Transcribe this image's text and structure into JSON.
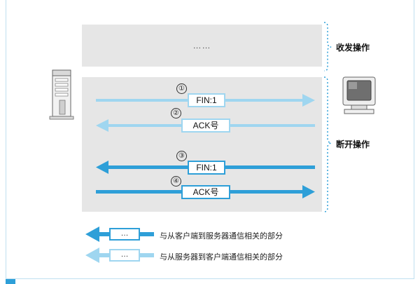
{
  "placeholder": "……",
  "labels": {
    "send_receive": "收发操作",
    "disconnect": "断开操作"
  },
  "steps": [
    {
      "num": "①",
      "label": "FIN:1"
    },
    {
      "num": "②",
      "label": "ACK号"
    },
    {
      "num": "③",
      "label": "FIN:1"
    },
    {
      "num": "④",
      "label": "ACK号"
    }
  ],
  "legend": [
    {
      "box": "…",
      "text": "与从客户端到服务器通信相关的部分"
    },
    {
      "box": "…",
      "text": "与从服务器到客户端通信相关的部分"
    }
  ],
  "colors": {
    "client_to_server": "#2e9fd8",
    "server_to_client": "#9fd6f0",
    "panel": "#e6e6e6"
  },
  "icons": {
    "left_host": "server-tower-icon",
    "right_host": "computer-monitor-icon"
  }
}
